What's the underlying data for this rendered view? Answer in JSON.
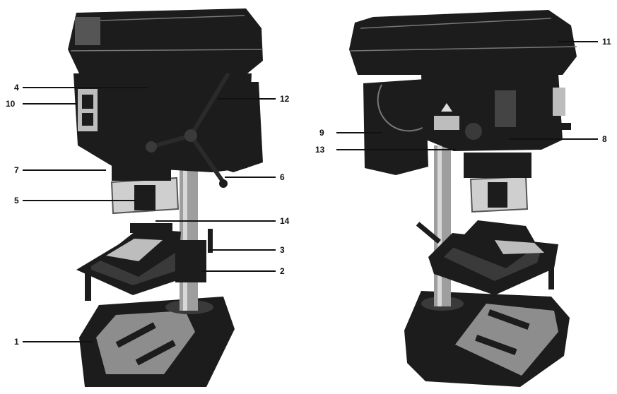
{
  "figure": {
    "description_colors": {
      "machine": "#1c1c1c",
      "metal": "#9e9e9e",
      "background": "#ffffff"
    },
    "callouts": [
      {
        "id": "c1",
        "text": "1"
      },
      {
        "id": "c2",
        "text": "2"
      },
      {
        "id": "c3",
        "text": "3"
      },
      {
        "id": "c4",
        "text": "4"
      },
      {
        "id": "c5",
        "text": "5"
      },
      {
        "id": "c6",
        "text": "6"
      },
      {
        "id": "c7",
        "text": "7"
      },
      {
        "id": "c8",
        "text": "8"
      },
      {
        "id": "c9",
        "text": "9"
      },
      {
        "id": "c10",
        "text": "10"
      },
      {
        "id": "c11",
        "text": "11"
      },
      {
        "id": "c12",
        "text": "12"
      },
      {
        "id": "c13",
        "text": "13"
      },
      {
        "id": "c14",
        "text": "14"
      }
    ]
  }
}
